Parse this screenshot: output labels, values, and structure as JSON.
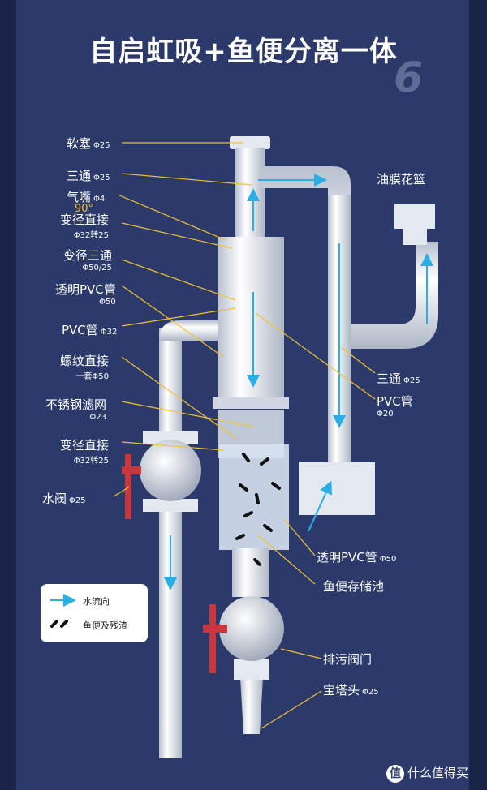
{
  "title": "自启虹吸+鱼便分离一体",
  "page_number": "6",
  "rotation_label": "90°",
  "labels": {
    "soft_plug": {
      "main": "软塞",
      "spec": "Φ25"
    },
    "tee_top": {
      "main": "三通",
      "spec": "Φ25"
    },
    "air_nozzle": {
      "main": "气嘴",
      "spec": "Φ4"
    },
    "reducer_1": {
      "main": "变径直接",
      "sub": "Φ32转25"
    },
    "reducer_tee": {
      "main": "变径三通",
      "sub": "Φ50/25"
    },
    "clear_pvc_1": {
      "main": "透明PVC管",
      "sub": "Φ50"
    },
    "pvc_32": {
      "main": "PVC管",
      "spec": "Φ32"
    },
    "thread_coupling": {
      "main": "螺纹直接",
      "sub": "一套Φ50"
    },
    "stainless_mesh": {
      "main": "不锈钢滤网",
      "sub": "Φ23"
    },
    "reducer_2": {
      "main": "变径直接",
      "sub": "Φ32转25"
    },
    "water_valve": {
      "main": "水阀",
      "spec": "Φ25"
    },
    "oil_basket": {
      "main": "油膜花篮"
    },
    "tee_right": {
      "main": "三通",
      "spec": "Φ25"
    },
    "pvc_20": {
      "main": "PVC管",
      "sub": "Φ20"
    },
    "clear_pvc_2": {
      "main": "透明PVC管",
      "spec": "Φ50"
    },
    "waste_tank": {
      "main": "鱼便存储池"
    },
    "drain_valve": {
      "main": "排污阀门"
    },
    "pagoda_head": {
      "main": "宝塔头",
      "spec": "Φ25"
    }
  },
  "legend": {
    "water_flow": "水流向",
    "waste": "鱼便及残渣"
  },
  "watermark": "什么值得买",
  "colors": {
    "background": "#2b3a6b",
    "pipe": "#e4e8ef",
    "flow_arrow": "#29aee6",
    "leader": "#f2c230",
    "valve_handle": "#c8373d",
    "waste": "#111111"
  }
}
